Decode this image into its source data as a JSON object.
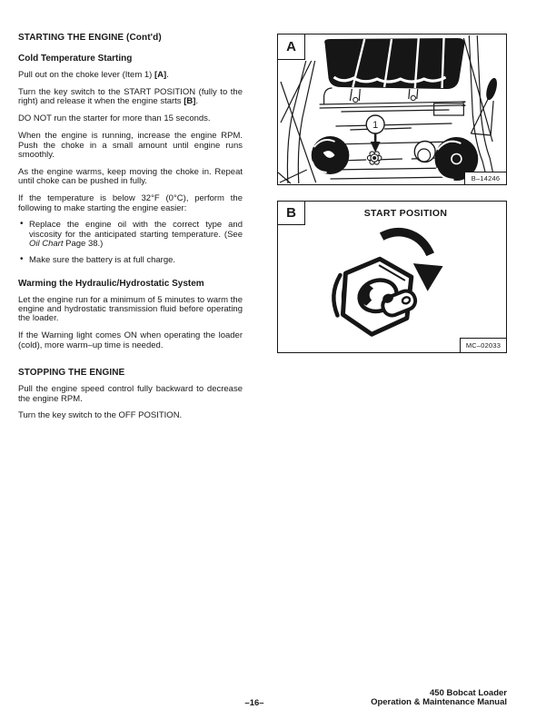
{
  "document": {
    "section_heading": "STARTING THE ENGINE (Cont'd)",
    "bullet_glyph": "•",
    "cold": {
      "heading": "Cold Temperature Starting",
      "p1": {
        "pre": "Pull out on the choke lever (Item 1) ",
        "ref": "[A]",
        "post": "."
      },
      "p2": {
        "pre": "Turn the key switch to the START POSITION (fully to the right) and release it when the engine starts ",
        "ref": "[B]",
        "post": "."
      },
      "p3": "DO NOT run the starter for more than 15 seconds.",
      "p4": "When the engine is running, increase the engine RPM. Push the choke in a small amount until engine runs smoothly.",
      "p5": "As the engine warms, keep moving the choke in. Repeat until choke can be pushed in fully.",
      "p6": "If the temperature is below 32°F (0°C), perform the following to make starting the engine easier:",
      "bullet1": {
        "pre": "Replace the engine oil with the correct type and viscosity for the anticipated starting temperature. (See ",
        "italic": "Oil Chart",
        "post": " Page 38.)"
      },
      "bullet2": "Make sure the battery is at full charge."
    },
    "warming": {
      "heading": "Warming the Hydraulic/Hydrostatic System",
      "p1": "Let the engine run for a minimum of 5 minutes to warm the engine and hydrostatic transmission fluid before operating the loader.",
      "p2": "If the Warning light comes ON when operating the loader (cold), more warm–up time is needed."
    },
    "stopping": {
      "heading": "STOPPING THE ENGINE",
      "p1": "Pull the engine speed control fully backward to decrease the engine RPM.",
      "p2": "Turn the key switch to the OFF POSITION."
    },
    "figure_a": {
      "label": "A",
      "callout": "1",
      "ref": "B–14246"
    },
    "figure_b": {
      "label": "B",
      "title": "START POSITION",
      "ref": "MC–02033"
    },
    "footer": {
      "page_number": "–16–",
      "line1": "450 Bobcat Loader",
      "line2": "Operation & Maintenance Manual"
    }
  },
  "colors": {
    "ink": "#1a1a1a",
    "paper": "#ffffff"
  }
}
